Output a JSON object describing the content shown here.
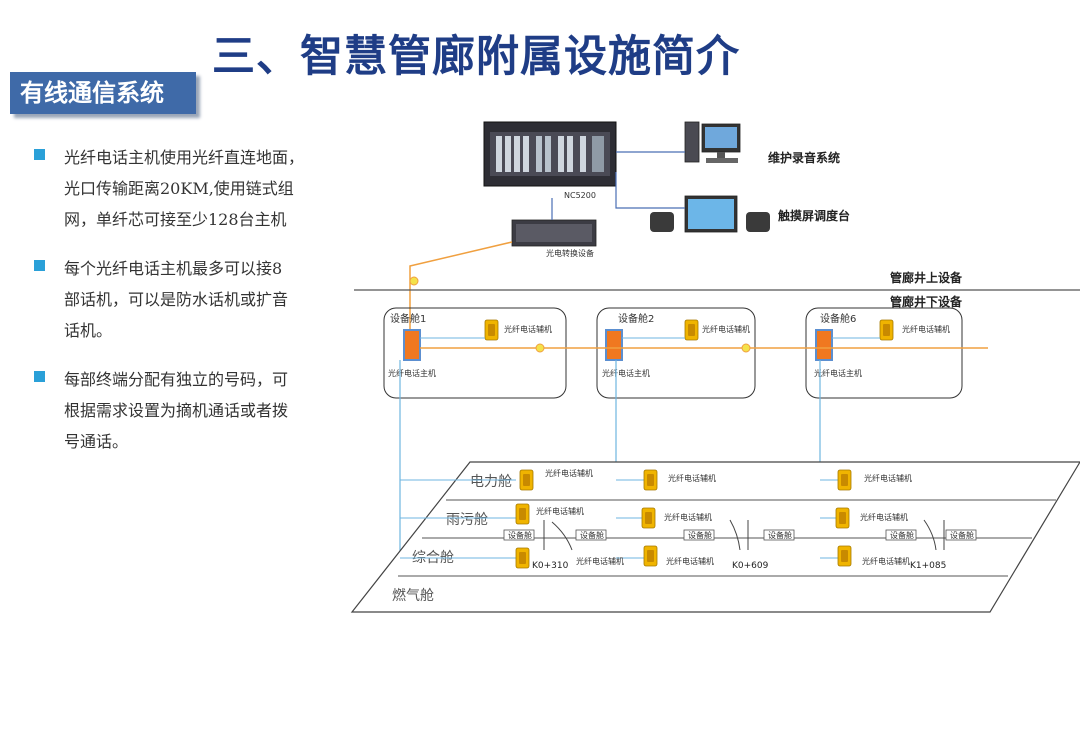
{
  "header": {
    "title": "三、智慧管廊附属设施简介",
    "section_tag": "有线通信系统"
  },
  "bullets": [
    {
      "lines": [
        "光纤电话主机使用光纤直连地面，",
        "光口传输距离20KM,使用链式组",
        "网，单纤芯可接至少128台主机"
      ]
    },
    {
      "lines": [
        "每个光纤电话主机最多可以接8",
        "部话机，可以是防水话机或扩音",
        "话机。"
      ]
    },
    {
      "lines": [
        "每部终端分配有独立的号码，可",
        "根据需求设置为摘机通话或者拨",
        "号通话。"
      ]
    }
  ],
  "diagram": {
    "server_label": "NC5200",
    "converter_label": "光电转换设备",
    "maintenance_label": "维护录音系统",
    "dispatch_label": "触摸屏调度台",
    "above_ground_label": "管廊井上设备",
    "below_ground_label": "管廊井下设备",
    "cabins": [
      {
        "name": "设备舱1",
        "host_label": "光纤电话主机",
        "ext_label": "光纤电话辅机"
      },
      {
        "name": "设备舱2",
        "host_label": "光纤电话主机",
        "ext_label": "光纤电话辅机"
      },
      {
        "name": "设备舱6",
        "host_label": "光纤电话主机",
        "ext_label": "光纤电话辅机"
      }
    ],
    "layers": [
      "电力舱",
      "雨污舱",
      "综合舱",
      "燃气舱"
    ],
    "ext_phone_label": "光纤电话辅机",
    "equip_box_label": "设备舱",
    "kilometer_marks": [
      "K0+310",
      "K0+609",
      "K1+085"
    ]
  },
  "colors": {
    "title": "#1f3d86",
    "tag_bg": "#3f6aa8",
    "bullet": "#2aa0d8",
    "fiber": "#f0a040",
    "link": "#6fb6e0"
  }
}
